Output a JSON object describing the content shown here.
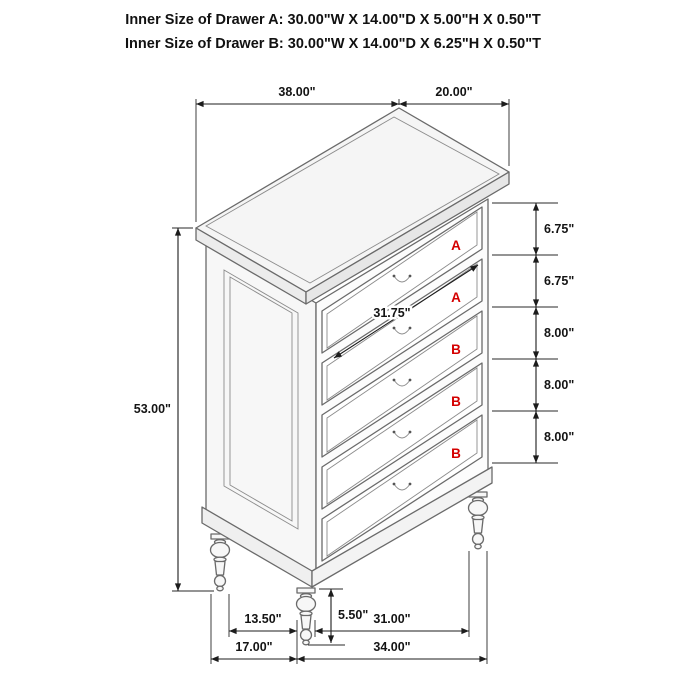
{
  "header": {
    "drawer_a_spec": "Inner Size of Drawer A: 30.00\"W X 14.00\"D X 5.00\"H X 0.50\"T",
    "drawer_b_spec": "Inner Size of Drawer B: 30.00\"W X 14.00\"D X 6.25\"H X 0.50\"T"
  },
  "dimensions": {
    "top_width": "38.00\"",
    "top_depth": "20.00\"",
    "overall_height": "53.00\"",
    "drawer_opening_width": "31.75\"",
    "drawer_heights": [
      "6.75\"",
      "6.75\"",
      "8.00\"",
      "8.00\"",
      "8.00\""
    ],
    "leg_height": "5.50\"",
    "leg_span_depth_inner": "13.50\"",
    "leg_span_depth_outer": "17.00\"",
    "leg_span_width_inner": "31.00\"",
    "leg_span_width_outer": "34.00\""
  },
  "drawer_labels": [
    "A",
    "A",
    "B",
    "B",
    "B"
  ]
}
